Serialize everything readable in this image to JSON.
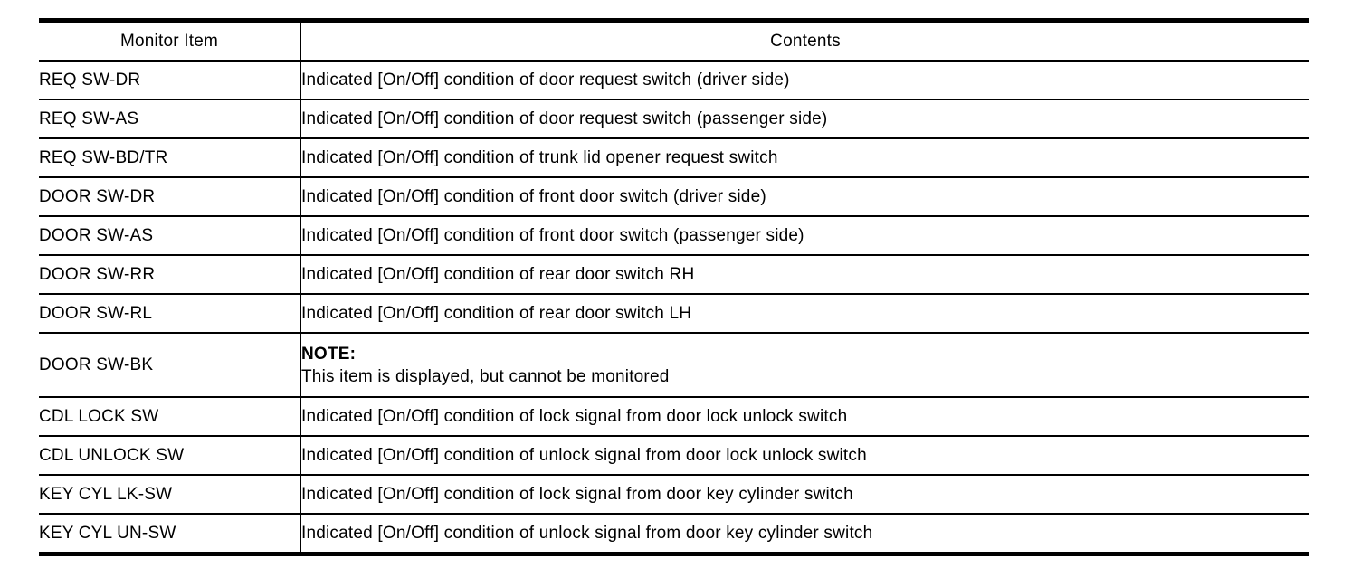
{
  "table": {
    "header": {
      "monitor_item": "Monitor Item",
      "contents": "Contents"
    },
    "rows": [
      {
        "item": "REQ SW-DR",
        "contents": "Indicated [On/Off] condition of door request switch (driver side)"
      },
      {
        "item": "REQ SW-AS",
        "contents": "Indicated [On/Off] condition of door request switch (passenger side)"
      },
      {
        "item": "REQ SW-BD/TR",
        "contents": "Indicated [On/Off] condition of trunk lid opener request switch"
      },
      {
        "item": "DOOR SW-DR",
        "contents": "Indicated [On/Off] condition of front door switch (driver side)"
      },
      {
        "item": "DOOR SW-AS",
        "contents": "Indicated [On/Off] condition of front door switch (passenger side)"
      },
      {
        "item": "DOOR SW-RR",
        "contents": "Indicated [On/Off] condition of rear door switch RH"
      },
      {
        "item": "DOOR SW-RL",
        "contents": "Indicated [On/Off] condition of rear door switch LH"
      },
      {
        "item": "DOOR SW-BK",
        "note_label": "NOTE:",
        "contents": "This item is displayed, but cannot be monitored"
      },
      {
        "item": "CDL LOCK SW",
        "contents": "Indicated [On/Off] condition of lock signal from door lock unlock switch"
      },
      {
        "item": "CDL UNLOCK SW",
        "contents": "Indicated [On/Off] condition of unlock signal from door lock unlock switch"
      },
      {
        "item": "KEY CYL LK-SW",
        "contents": "Indicated [On/Off] condition of lock signal from door key cylinder switch"
      },
      {
        "item": "KEY CYL UN-SW",
        "contents": "Indicated [On/Off] condition of unlock signal from door key cylinder switch"
      }
    ],
    "text_color": "#000000",
    "background_color": "#ffffff"
  }
}
